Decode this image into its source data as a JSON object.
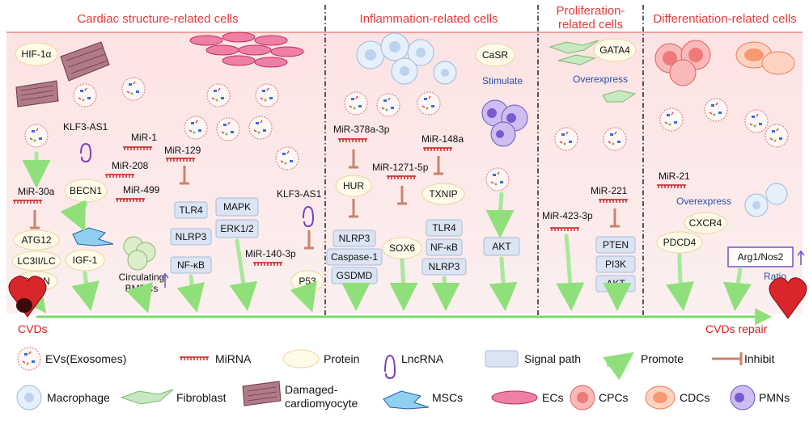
{
  "sections": [
    "Cardiac structure-related cells",
    "Inflammation-related cells",
    "Proliferation-",
    "related cells",
    "Differentiation-related cells"
  ],
  "nodes": {
    "hif1a": "HIF-1α",
    "klf3as1_a": "KLF3-AS1",
    "mir1": "MiR-1",
    "mir208": "MiR-208",
    "mir499": "MiR-499",
    "mir30a": "MiR-30a",
    "becn1": "BECN1",
    "atg12": "ATG12",
    "lc3": "LC3II/LC",
    "becn": "BECN",
    "igf1": "IGF-1",
    "bmpc_1": "Circulating",
    "bmpc_2": "BMPCs",
    "mir129": "MiR-129",
    "tlr4_a": "TLR4",
    "nlrp3_a": "NLRP3",
    "nfkb_a": "NF-κB",
    "mapk": "MAPK",
    "erk12": "ERK1/2",
    "klf3as1_b": "KLF3-AS1",
    "mir140": "MiR-140-3p",
    "p53": "P53",
    "mir378": "MiR-378a-3p",
    "mir1271": "MiR-1271-5p",
    "mir148": "MiR-148a",
    "hur": "HUR",
    "nlrp3_b": "NLRP3",
    "caspase1": "Caspase-1",
    "gsdmd": "GSDMD",
    "sox6": "SOX6",
    "txnip": "TXNIP",
    "tlr4_b": "TLR4",
    "nfkb_b": "NF-κB",
    "nlrp3_c": "NLRP3",
    "casr": "CaSR",
    "stimulate": "Stimulate",
    "akt_a": "AKT",
    "gata4": "GATA4",
    "overexpress_a": "Overexpress",
    "mir221": "MiR-221",
    "mir423": "MiR-423-3p",
    "pten": "PTEN",
    "pi3k": "PI3K",
    "akt_b": "AKT",
    "mir21": "MiR-21",
    "overexpress_b": "Overexpress",
    "cxcr4": "CXCR4",
    "pdcd4": "PDCD4",
    "arg1nos2": "Arg1/Nos2",
    "ratio": "Ratio",
    "cvds": "CVDs",
    "cvds_repair": "CVDs repair"
  },
  "legend": [
    "EVs(Exosomes)",
    "MiRNA",
    "Protein",
    "LncRNA",
    "Signal path",
    "Promote",
    "Inhibit",
    "Macrophage",
    "Fibroblast",
    "Damaged-",
    "cardiomyocyte",
    "MSCs",
    "ECs",
    "CPCs",
    "CDCs",
    "PMNs"
  ],
  "colors": {
    "section_title": "#e23b3b",
    "mirna": "#c62020",
    "promote": "#a8e89a",
    "inhibit": "#c9836a",
    "signal_path": "#dbe4f3",
    "annotation_blue": "#2b4fae"
  }
}
